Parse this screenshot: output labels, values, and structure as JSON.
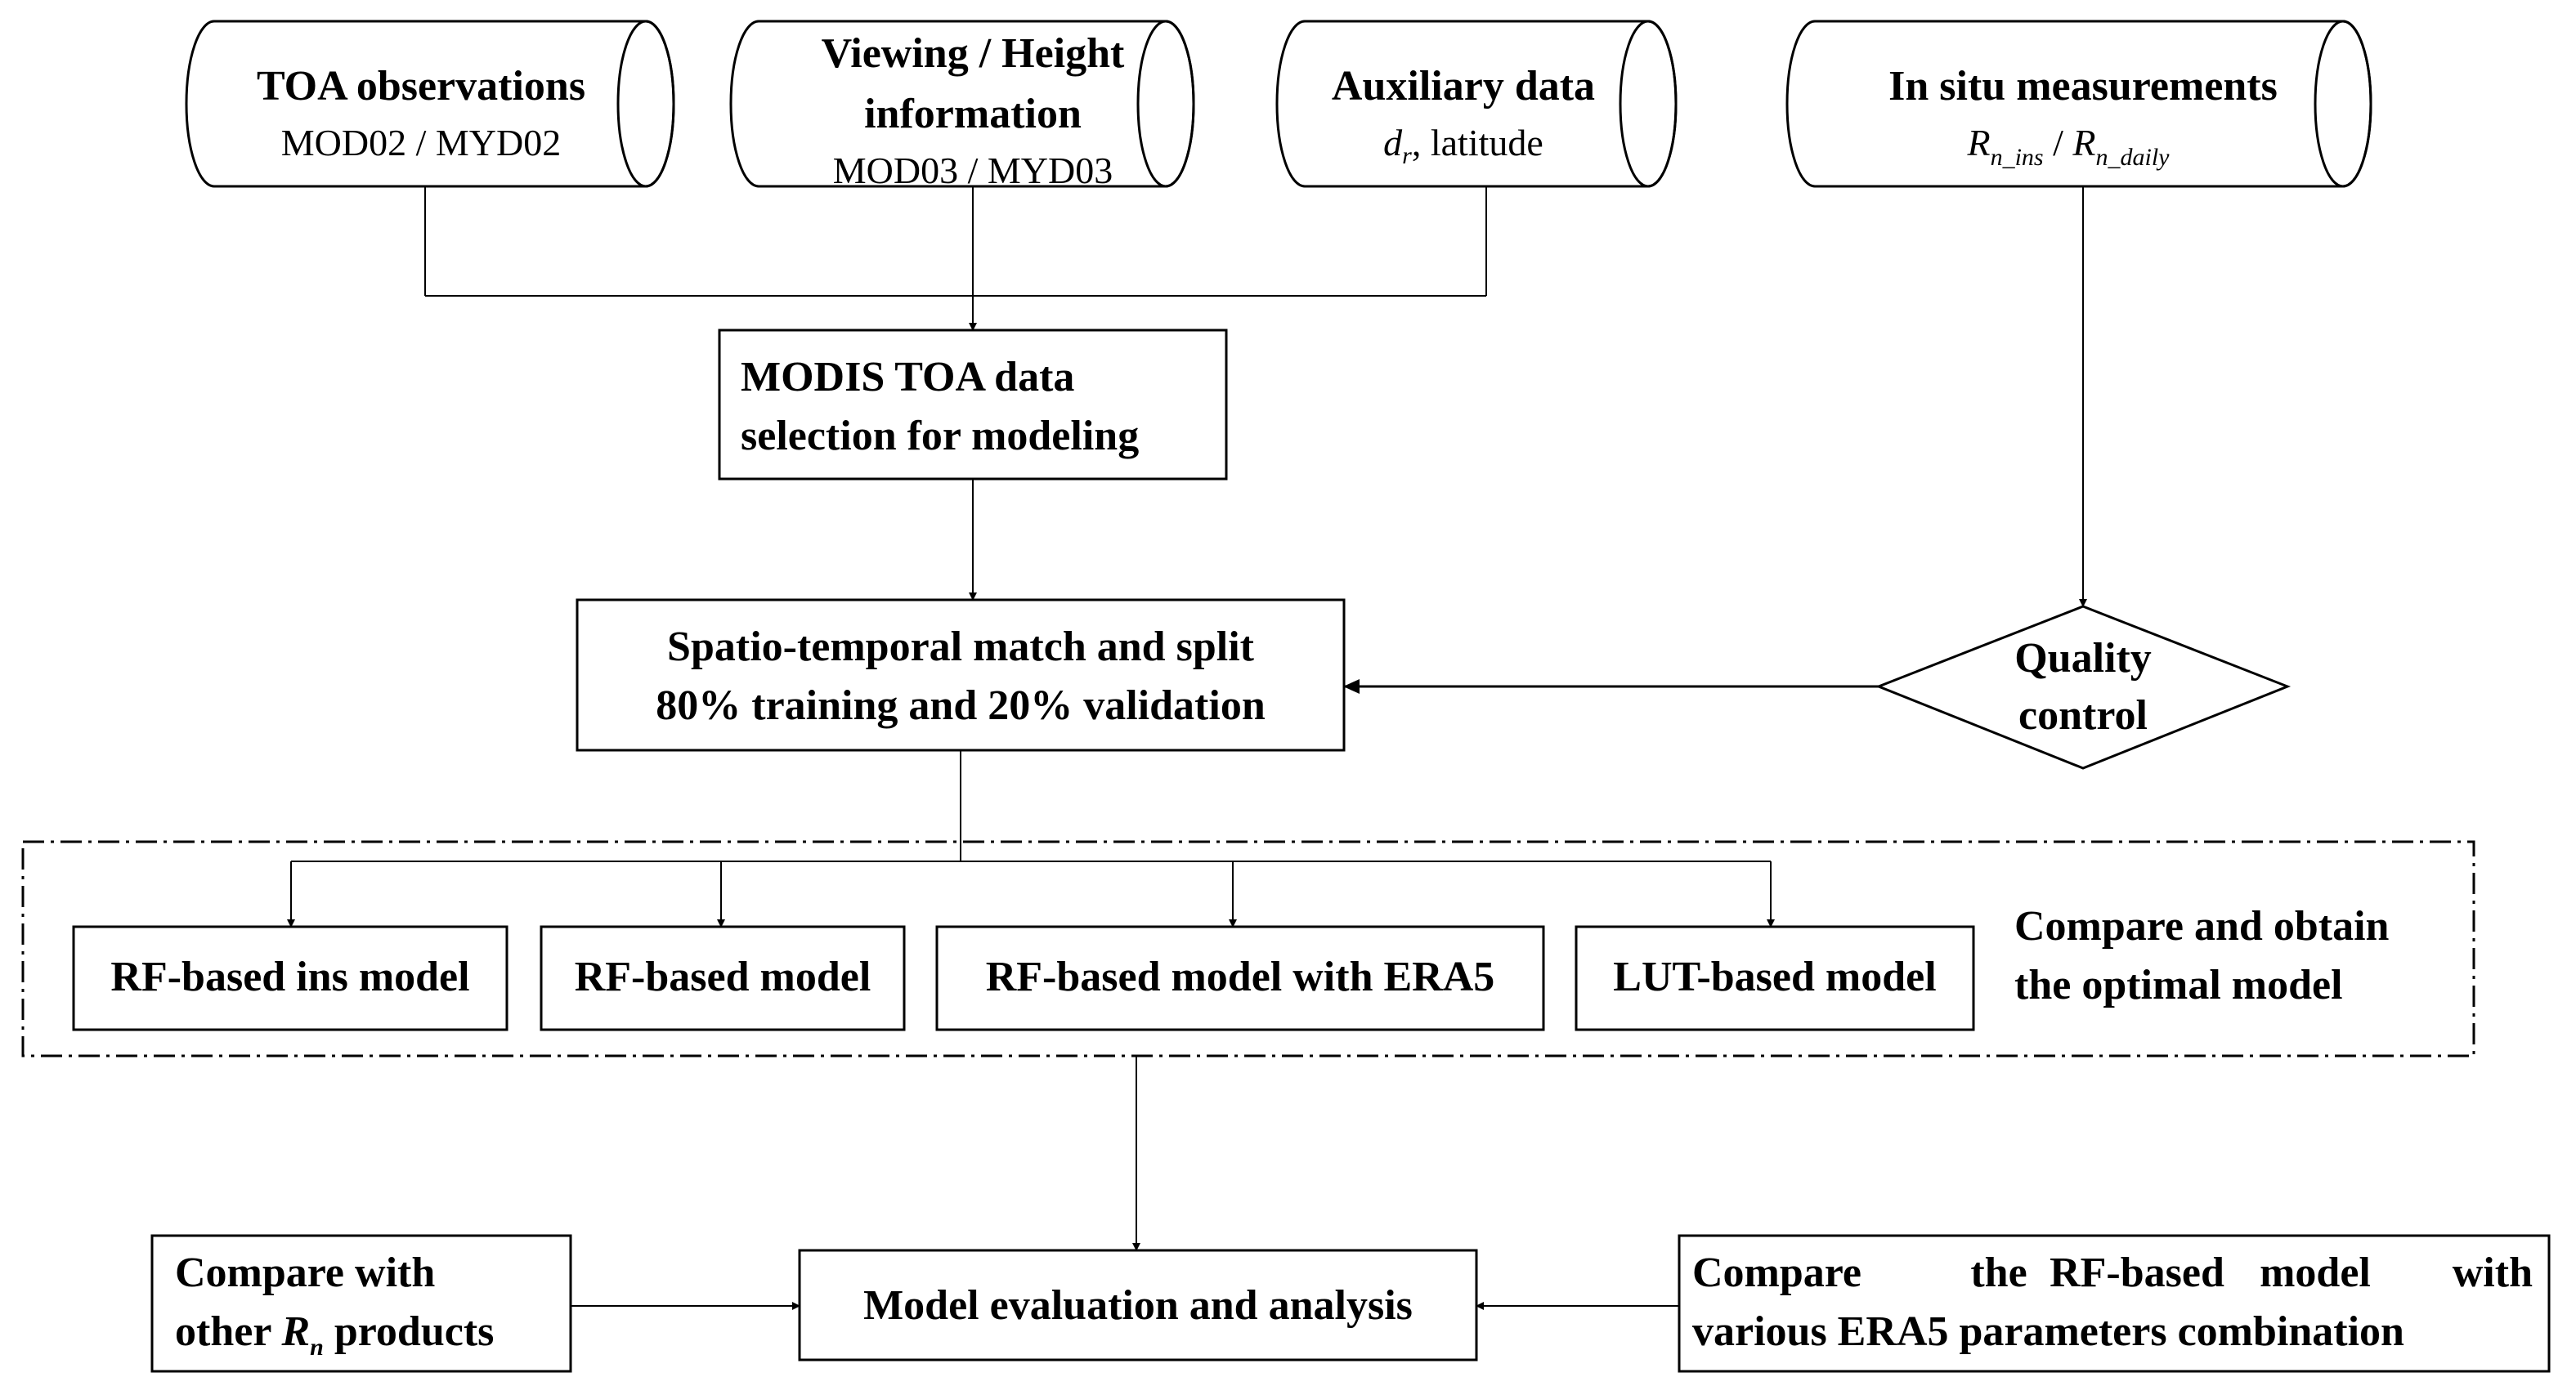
{
  "data_sources": {
    "toa": {
      "title": "TOA observations",
      "subtitle": "MOD02 / MYD02"
    },
    "viewing": {
      "title_line1": "Viewing / Height",
      "title_line2": "information",
      "subtitle": "MOD03 / MYD03"
    },
    "auxiliary": {
      "title": "Auxiliary data",
      "var_d": "d",
      "var_d_sub": "r",
      "suffix": ", latitude"
    },
    "insitu": {
      "title": "In situ measurements",
      "var1": "R",
      "var1_sub": "n_ins",
      "separator": " / ",
      "var2": "R",
      "var2_sub": "n_daily"
    }
  },
  "process": {
    "selection": {
      "line1": "MODIS TOA data",
      "line2": "selection for modeling"
    },
    "match": {
      "line1": "Spatio-temporal match and split",
      "line2": "80% training and 20% validation"
    },
    "quality": {
      "line1": "Quality",
      "line2": "control"
    }
  },
  "models": {
    "ins": "RF-based ins model",
    "rf": "RF-based model",
    "era5": "RF-based model with ERA5",
    "lut": "LUT-based model",
    "compare_line1": "Compare and obtain",
    "compare_line2": "the optimal model"
  },
  "evaluation": {
    "main": "Model evaluation and analysis",
    "left_line1": "Compare with",
    "left_line2_pre": "other ",
    "left_var": "R",
    "left_var_sub": "n",
    "left_line2_post": " products",
    "right_line1_words": [
      "Compare",
      "the",
      "RF-based",
      "model",
      "with"
    ],
    "right_line2": "various ERA5 parameters combination"
  }
}
